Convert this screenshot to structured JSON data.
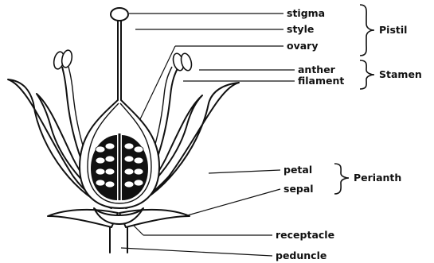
{
  "labels": {
    "stigma": "stigma",
    "style": "style",
    "ovary": "ovary",
    "anther": "anther",
    "filament": "filament",
    "petal": "petal",
    "sepal": "sepal",
    "receptacle": "receptacle",
    "peduncle": "peduncle"
  },
  "groups": {
    "pistil": "Pistil",
    "stamen": "Stamen",
    "perianth": "Perianth"
  }
}
